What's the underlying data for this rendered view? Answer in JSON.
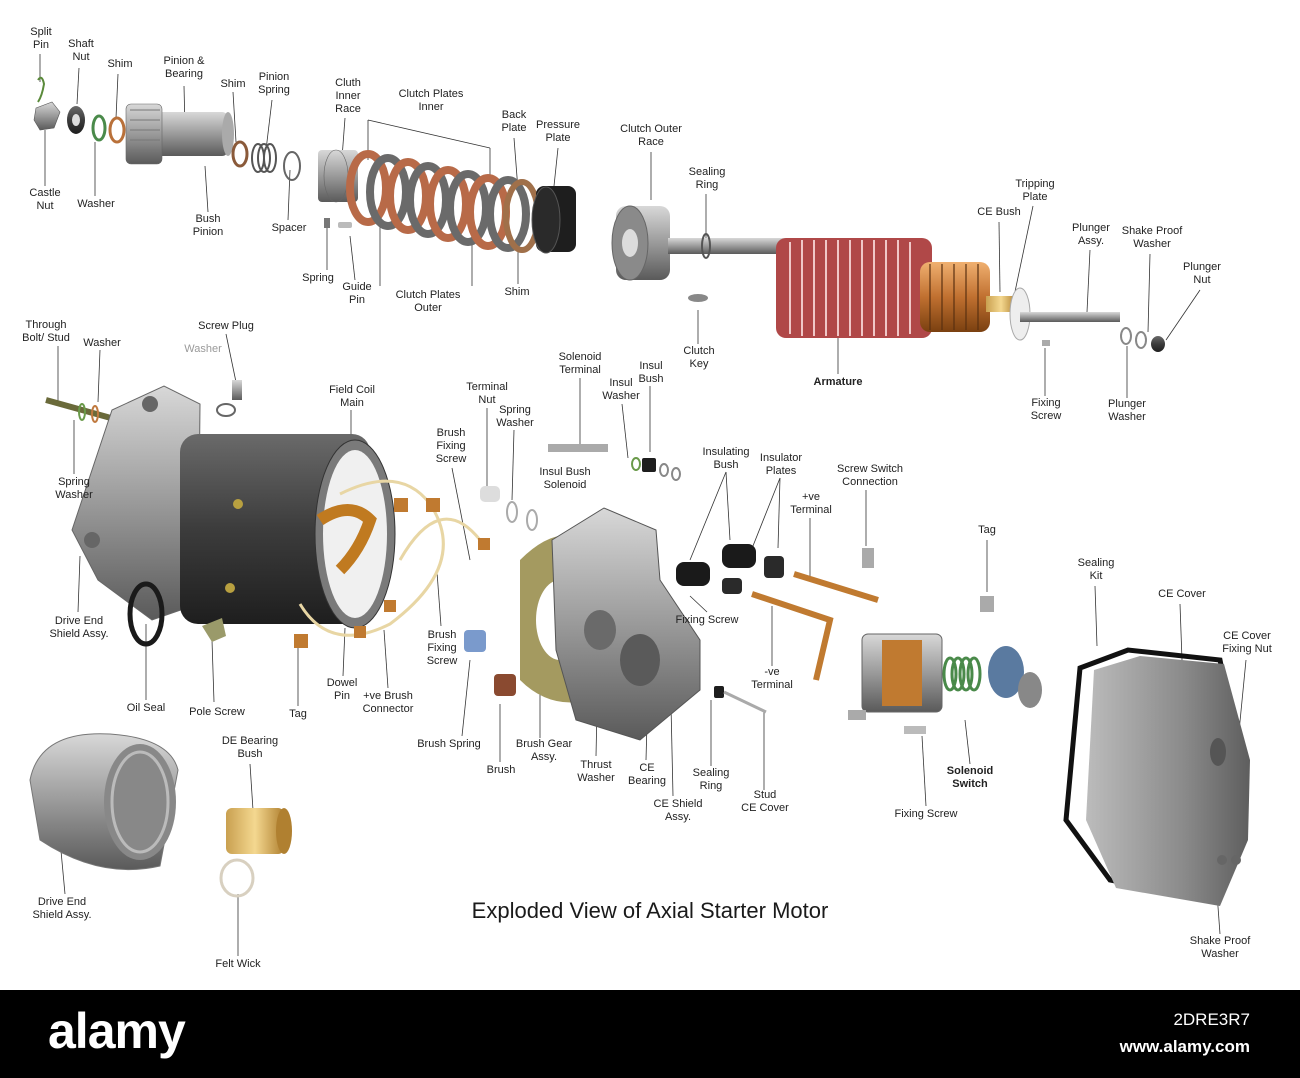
{
  "title": "Exploded View of Axial Starter Motor",
  "watermark": {
    "brand": "alamy",
    "image_id": "2DRE3R7",
    "url": "www.alamy.com"
  },
  "labels": [
    {
      "id": "split-pin",
      "text": "Split\nPin"
    },
    {
      "id": "shaft-nut",
      "text": "Shaft\nNut"
    },
    {
      "id": "shim-1",
      "text": "Shim"
    },
    {
      "id": "pinion-bearing",
      "text": "Pinion &\nBearing"
    },
    {
      "id": "shim-2",
      "text": "Shim"
    },
    {
      "id": "pinion-spring",
      "text": "Pinion\nSpring"
    },
    {
      "id": "cluth-inner-race",
      "text": "Cluth\nInner\nRace"
    },
    {
      "id": "clutch-plates-inner",
      "text": "Clutch Plates\nInner"
    },
    {
      "id": "back-plate",
      "text": "Back\nPlate"
    },
    {
      "id": "pressure-plate",
      "text": "Pressure\nPlate"
    },
    {
      "id": "clutch-outer-race",
      "text": "Clutch Outer\nRace"
    },
    {
      "id": "sealing-ring-top",
      "text": "Sealing\nRing"
    },
    {
      "id": "tripping-plate",
      "text": "Tripping\nPlate"
    },
    {
      "id": "ce-bush",
      "text": "CE Bush"
    },
    {
      "id": "plunger-assy",
      "text": "Plunger\nAssy."
    },
    {
      "id": "shake-proof-washer-top",
      "text": "Shake Proof\nWasher"
    },
    {
      "id": "plunger-nut",
      "text": "Plunger\nNut"
    },
    {
      "id": "castle-nut",
      "text": "Castle\nNut"
    },
    {
      "id": "washer-top",
      "text": "Washer"
    },
    {
      "id": "bush-pinion",
      "text": "Bush\nPinion"
    },
    {
      "id": "spacer",
      "text": "Spacer"
    },
    {
      "id": "spring-small",
      "text": "Spring"
    },
    {
      "id": "guide-pin",
      "text": "Guide\nPin"
    },
    {
      "id": "clutch-plates-outer",
      "text": "Clutch Plates\nOuter"
    },
    {
      "id": "shim-3",
      "text": "Shim"
    },
    {
      "id": "clutch-key",
      "text": "Clutch\nKey"
    },
    {
      "id": "armature",
      "text": "Armature"
    },
    {
      "id": "fixing-screw-top",
      "text": "Fixing\nScrew"
    },
    {
      "id": "plunger-washer",
      "text": "Plunger\nWasher"
    },
    {
      "id": "through-bolt",
      "text": "Through\nBolt/ Stud"
    },
    {
      "id": "washer-left",
      "text": "Washer"
    },
    {
      "id": "screw-plug",
      "text": "Screw Plug"
    },
    {
      "id": "washer-gray",
      "text": "Washer"
    },
    {
      "id": "field-coil-main",
      "text": "Field Coil\nMain"
    },
    {
      "id": "solenoid-terminal",
      "text": "Solenoid\nTerminal"
    },
    {
      "id": "terminal-nut",
      "text": "Terminal\nNut"
    },
    {
      "id": "insul-washer",
      "text": "Insul\nWasher"
    },
    {
      "id": "insul-bush",
      "text": "Insul\nBush"
    },
    {
      "id": "spring-washer-mid",
      "text": "Spring\nWasher"
    },
    {
      "id": "brush-fixing-screw-top",
      "text": "Brush\nFixing\nScrew"
    },
    {
      "id": "insul-bush-solenoid",
      "text": "Insul Bush\nSolenoid"
    },
    {
      "id": "insulating-bush",
      "text": "Insulating\nBush"
    },
    {
      "id": "insulator-plates",
      "text": "Insulator\nPlates"
    },
    {
      "id": "screw-switch-connection",
      "text": "Screw Switch\nConnection"
    },
    {
      "id": "ve-terminal-pos",
      "text": "+ve\nTerminal"
    },
    {
      "id": "tag-right",
      "text": "Tag"
    },
    {
      "id": "sealing-kit",
      "text": "Sealing\nKit"
    },
    {
      "id": "ce-cover",
      "text": "CE Cover"
    },
    {
      "id": "ce-cover-fixing-nut",
      "text": "CE Cover\nFixing Nut"
    },
    {
      "id": "spring-washer-left",
      "text": "Spring\nWasher"
    },
    {
      "id": "drive-end-shield-1",
      "text": "Drive End\nShield Assy."
    },
    {
      "id": "oil-seal",
      "text": "Oil Seal"
    },
    {
      "id": "pole-screw",
      "text": "Pole Screw"
    },
    {
      "id": "tag-left",
      "text": "Tag"
    },
    {
      "id": "dowel-pin",
      "text": "Dowel\nPin"
    },
    {
      "id": "ve-brush-connector",
      "text": "+ve Brush\nConnector"
    },
    {
      "id": "brush-fixing-screw-low",
      "text": "Brush\nFixing\nScrew"
    },
    {
      "id": "fixing-screw-mid",
      "text": "Fixing Screw"
    },
    {
      "id": "ve-terminal-neg",
      "text": "-ve\nTerminal"
    },
    {
      "id": "brush-spring",
      "text": "Brush Spring"
    },
    {
      "id": "brush-gear-assy",
      "text": "Brush Gear\nAssy."
    },
    {
      "id": "brush",
      "text": "Brush"
    },
    {
      "id": "thrust-washer",
      "text": "Thrust\nWasher"
    },
    {
      "id": "ce-bearing",
      "text": "CE\nBearing"
    },
    {
      "id": "sealing-ring-low",
      "text": "Sealing\nRing"
    },
    {
      "id": "stud-ce-cover",
      "text": "Stud\nCE Cover"
    },
    {
      "id": "ce-shield-assy",
      "text": "CE Shield\nAssy."
    },
    {
      "id": "solenoid-switch",
      "text": "Solenoid\nSwitch"
    },
    {
      "id": "fixing-screw-low",
      "text": "Fixing Screw"
    },
    {
      "id": "de-bearing-bush",
      "text": "DE Bearing\nBush"
    },
    {
      "id": "drive-end-shield-2",
      "text": "Drive End\nShield Assy."
    },
    {
      "id": "felt-wick",
      "text": "Felt Wick"
    },
    {
      "id": "shake-proof-washer-low",
      "text": "Shake Proof\nWasher"
    }
  ]
}
